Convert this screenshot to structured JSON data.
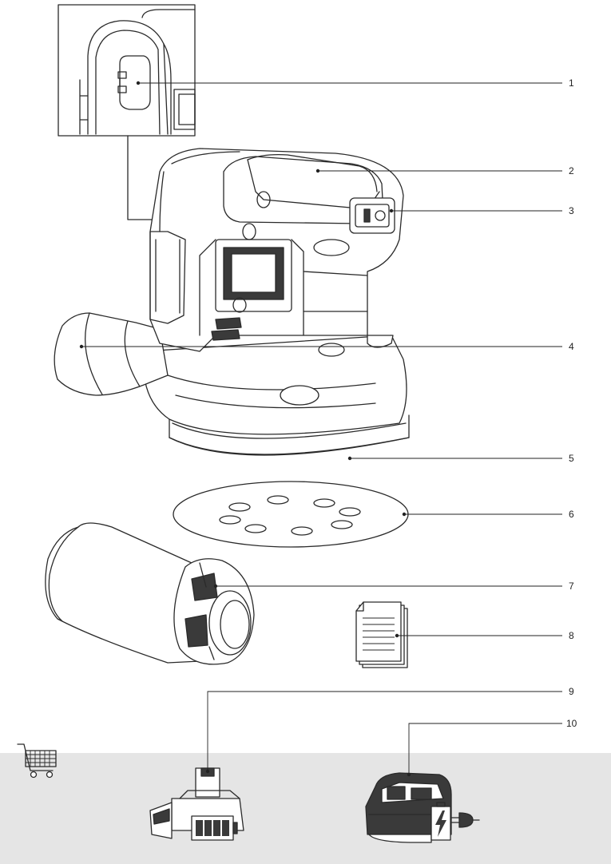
{
  "callouts": [
    {
      "id": "1",
      "label": "1"
    },
    {
      "id": "2",
      "label": "2"
    },
    {
      "id": "3",
      "label": "3"
    },
    {
      "id": "4",
      "label": "4"
    },
    {
      "id": "5",
      "label": "5"
    },
    {
      "id": "6",
      "label": "6"
    },
    {
      "id": "7",
      "label": "7"
    },
    {
      "id": "8",
      "label": "8"
    },
    {
      "id": "9",
      "label": "9"
    },
    {
      "id": "10",
      "label": "10"
    }
  ],
  "colors": {
    "accessory_band": "#e5e5e5",
    "line": "#2a2a2a",
    "dark_fill": "#3a3a3a"
  },
  "icons": [
    "shopping-cart-icon",
    "battery-level-icon",
    "charging-plug-icon",
    "document-icon"
  ]
}
